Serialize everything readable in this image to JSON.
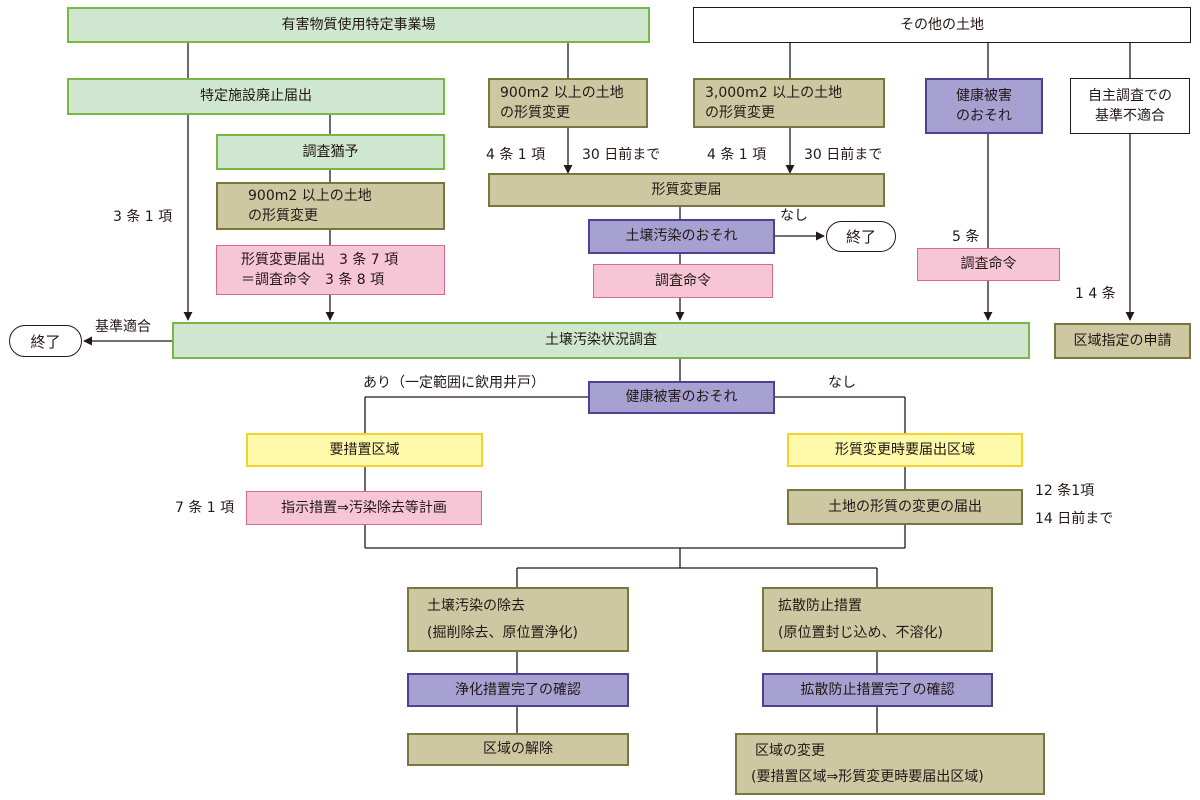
{
  "boxes": {
    "facility": "有害物質使用特定事業場",
    "other_land": "その他の土地",
    "closure_notice": "特定施設廃止届出",
    "land_900_a": "900m2 以上の土地",
    "land_900_b": "の形質変更",
    "land_3000_a": "3,000m2 以上の土地",
    "land_3000_b": "の形質変更",
    "health_a": "健康被害",
    "health_b": "のおそれ",
    "self_a": "自主調査での",
    "self_b": "基準不適合",
    "survey_postpone": "調査猶予",
    "change_notice": "形質変更届",
    "land_900_2a": "900m2 以上の土地",
    "land_900_2b": "の形質変更",
    "contam_risk": "土壌汚染のおそれ",
    "pink1_a": "形質変更届出　3 条 7 項",
    "pink1_b": "＝調査命令　3 条 8 項",
    "survey_order_mid": "調査命令",
    "survey_order_right": "調査命令",
    "zone_apply": "区域指定の申請",
    "soil_survey": "土壌汚染状況調査",
    "health_risk2": "健康被害のおそれ",
    "zone_required": "要措置区域",
    "zone_notify": "形質変更時要届出区域",
    "directive": "指示措置⇒汚染除去等計画",
    "land_change_notice": "土地の形質の変更の届出",
    "removal_a": "土壌汚染の除去",
    "removal_b": "(掘削除去、原位置浄化)",
    "spread_a": "拡散防止措置",
    "spread_b": "(原位置封じ込め、不溶化)",
    "cleanup_confirm": "浄化措置完了の確認",
    "spread_confirm": "拡散防止措置完了の確認",
    "zone_release": "区域の解除",
    "zone_change_a": "区域の変更",
    "zone_change_b": "(要措置区域⇒形質変更時要届出区域)"
  },
  "pills": {
    "end_right": "終了",
    "end_left": "終了"
  },
  "labels": {
    "art3_1": "3 条 1 項",
    "art4_1_a": "4 条 1 項",
    "days30_a": "30 日前まで",
    "art4_1_b": "4 条 1 項",
    "days30_b": "30 日前まで",
    "none1": "なし",
    "art5": "5 条",
    "art14": "1 4 条",
    "std_ok": "基準適合",
    "yes_well": "あり（一定範囲に飲用井戸）",
    "none2": "なし",
    "art7_1": "7 条 1 項",
    "art12_1": "12 条1項",
    "days14": "14 日前まで"
  },
  "colors": {
    "green_fill": "#cfe6cf",
    "green_border": "#7ab648",
    "olive_fill": "#cdc8a2",
    "olive_border": "#7a7640",
    "purple_fill": "#a6a1d1",
    "purple_border": "#4f3f97",
    "pink_fill": "#f7c6d6",
    "pink_border": "#d9698e",
    "yellow_fill": "#fdf9a9",
    "yellow_border": "#f2d230",
    "line": "#231815"
  }
}
